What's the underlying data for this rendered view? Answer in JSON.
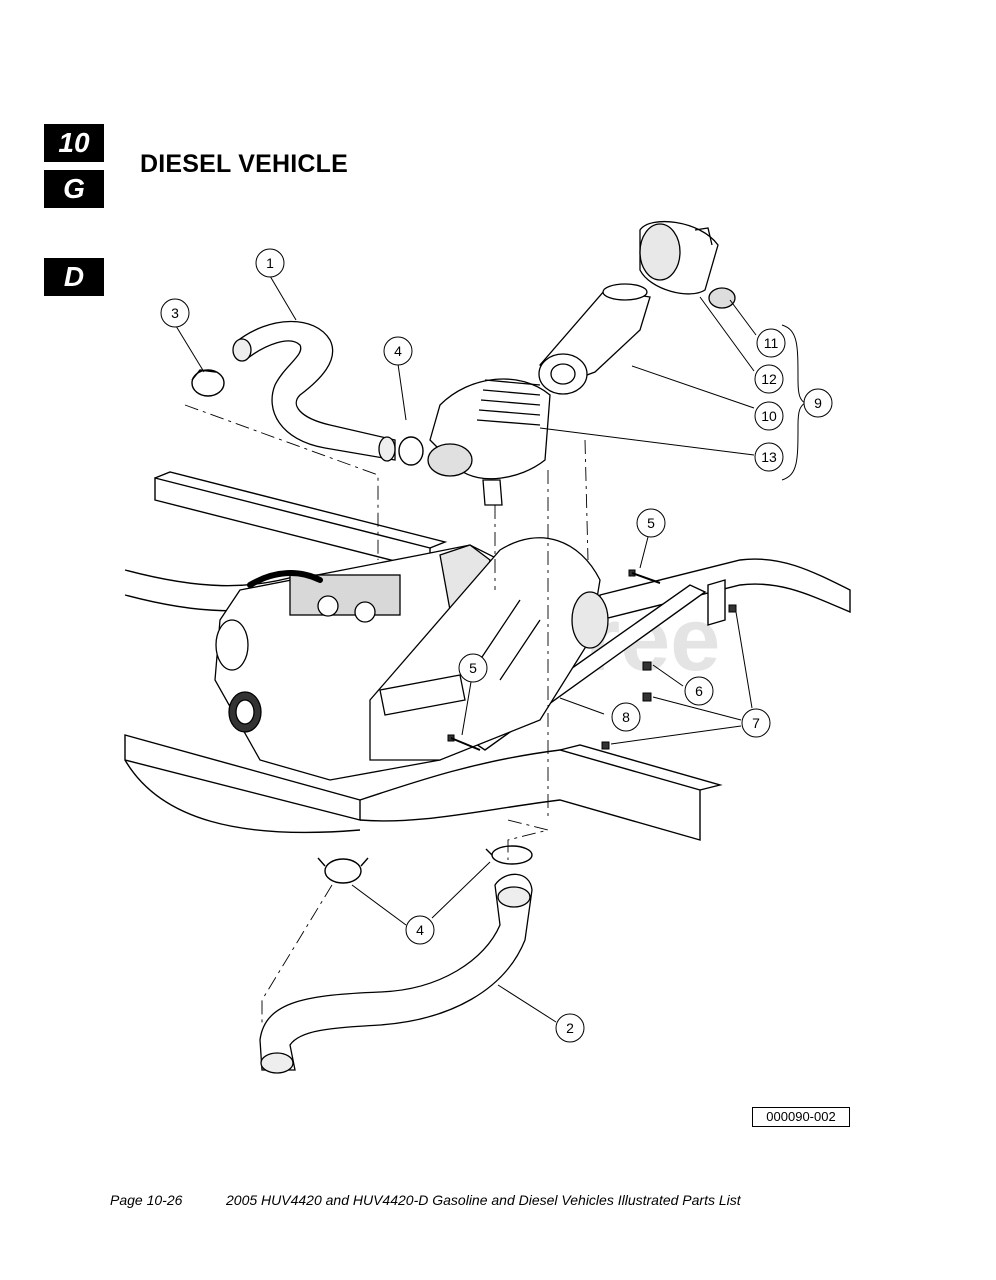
{
  "section_tabs": [
    "10",
    "G",
    "D"
  ],
  "title": "DIESEL VEHICLE",
  "watermark": "PartsTree",
  "callouts": [
    "1",
    "2",
    "3",
    "4",
    "4",
    "4",
    "5",
    "5",
    "6",
    "7",
    "8",
    "9",
    "10",
    "11",
    "12",
    "13"
  ],
  "reference_code": "000090-002",
  "footer": {
    "page": "Page 10-26",
    "document": "2005 HUV4420 and HUV4420-D Gasoline and Diesel Vehicles Illustrated Parts List"
  }
}
